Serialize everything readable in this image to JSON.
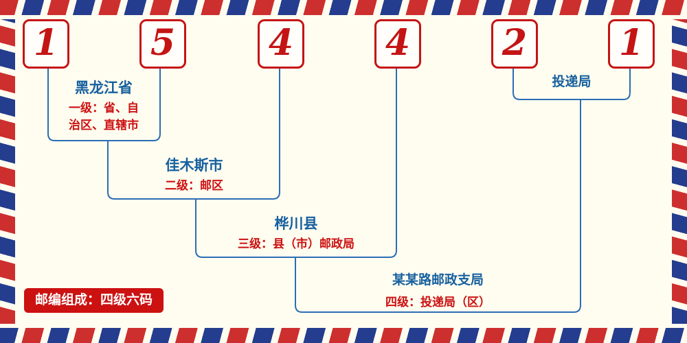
{
  "postal_code": {
    "digits": [
      "1",
      "5",
      "4",
      "4",
      "2",
      "1"
    ]
  },
  "labels": {
    "province_name": "黑龙江省",
    "province_desc_line1": "一级：省、自",
    "province_desc_line2": "治区、直辖市",
    "city_name": "佳木斯市",
    "city_desc": "二级：邮区",
    "county_name": "桦川县",
    "county_desc": "三级：县（市）邮政局",
    "branch_name": "某某路邮政支局",
    "branch_desc": "四级：投递局（区）",
    "delivery_office": "投递局",
    "footer_note": "邮编组成：四级六码"
  },
  "colors": {
    "background": "#fffdf0",
    "digit_red": "#c41414",
    "stripe_red": "#cd2f2f",
    "stripe_blue": "#253d8e",
    "connector_blue": "#2a6db5",
    "label_blue": "#17609f",
    "desc_red": "#cc1111",
    "badge_bg": "#cc1111",
    "badge_text": "#ffffff"
  }
}
